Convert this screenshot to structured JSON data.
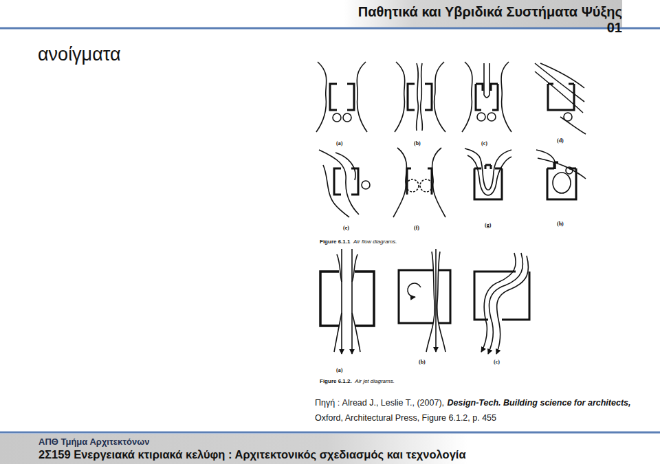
{
  "diagram": {
    "title": "ανοίγματα",
    "labels": [
      "Παθητικά και Υβριδικά Συστήματα Ψύξης 01",
      "(a)",
      "(b)",
      "(c)",
      "(d)",
      "(e)",
      "(f)",
      "(g)",
      "(h)",
      "Figure 6.1.1",
      "Air flow diagrams.",
      "(a)",
      "(b)",
      "(c)",
      "Figure 6.1.2.",
      "Air jet diagrams.",
      "Πηγή : Alread J., Leslie T., (2007),",
      "Design-Tech. Building science for architects,",
      "Oxford, Architectural Press, Figure 6.1.2, p. 455",
      "ΑΠΘ Τμήμα Αρχιτεκτόνων",
      "2Σ159 Ενεργειακά κτιριακά κελύφη : Αρχιτεκτονικός σχεδιασμός και τεχνολογία"
    ]
  }
}
